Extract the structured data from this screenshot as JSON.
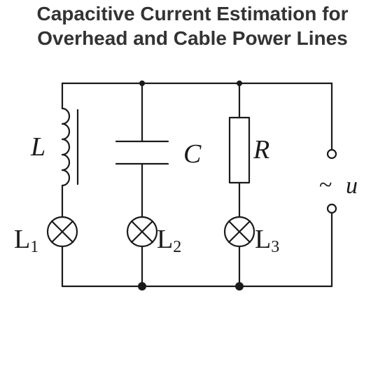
{
  "title": {
    "line1": "Capacitive Current Estimation for",
    "line2": "Overhead and Cable Power Lines"
  },
  "labels": {
    "inductor": "L",
    "capacitor": "C",
    "resistor": "R",
    "source_symbol": "~",
    "source_var": "u",
    "lamp1": {
      "letter": "L",
      "sub": "1"
    },
    "lamp2": {
      "letter": "L",
      "sub": "2"
    },
    "lamp3": {
      "letter": "L",
      "sub": "3"
    }
  },
  "colors": {
    "wire": "#1a1a1a",
    "title": "#333333"
  }
}
